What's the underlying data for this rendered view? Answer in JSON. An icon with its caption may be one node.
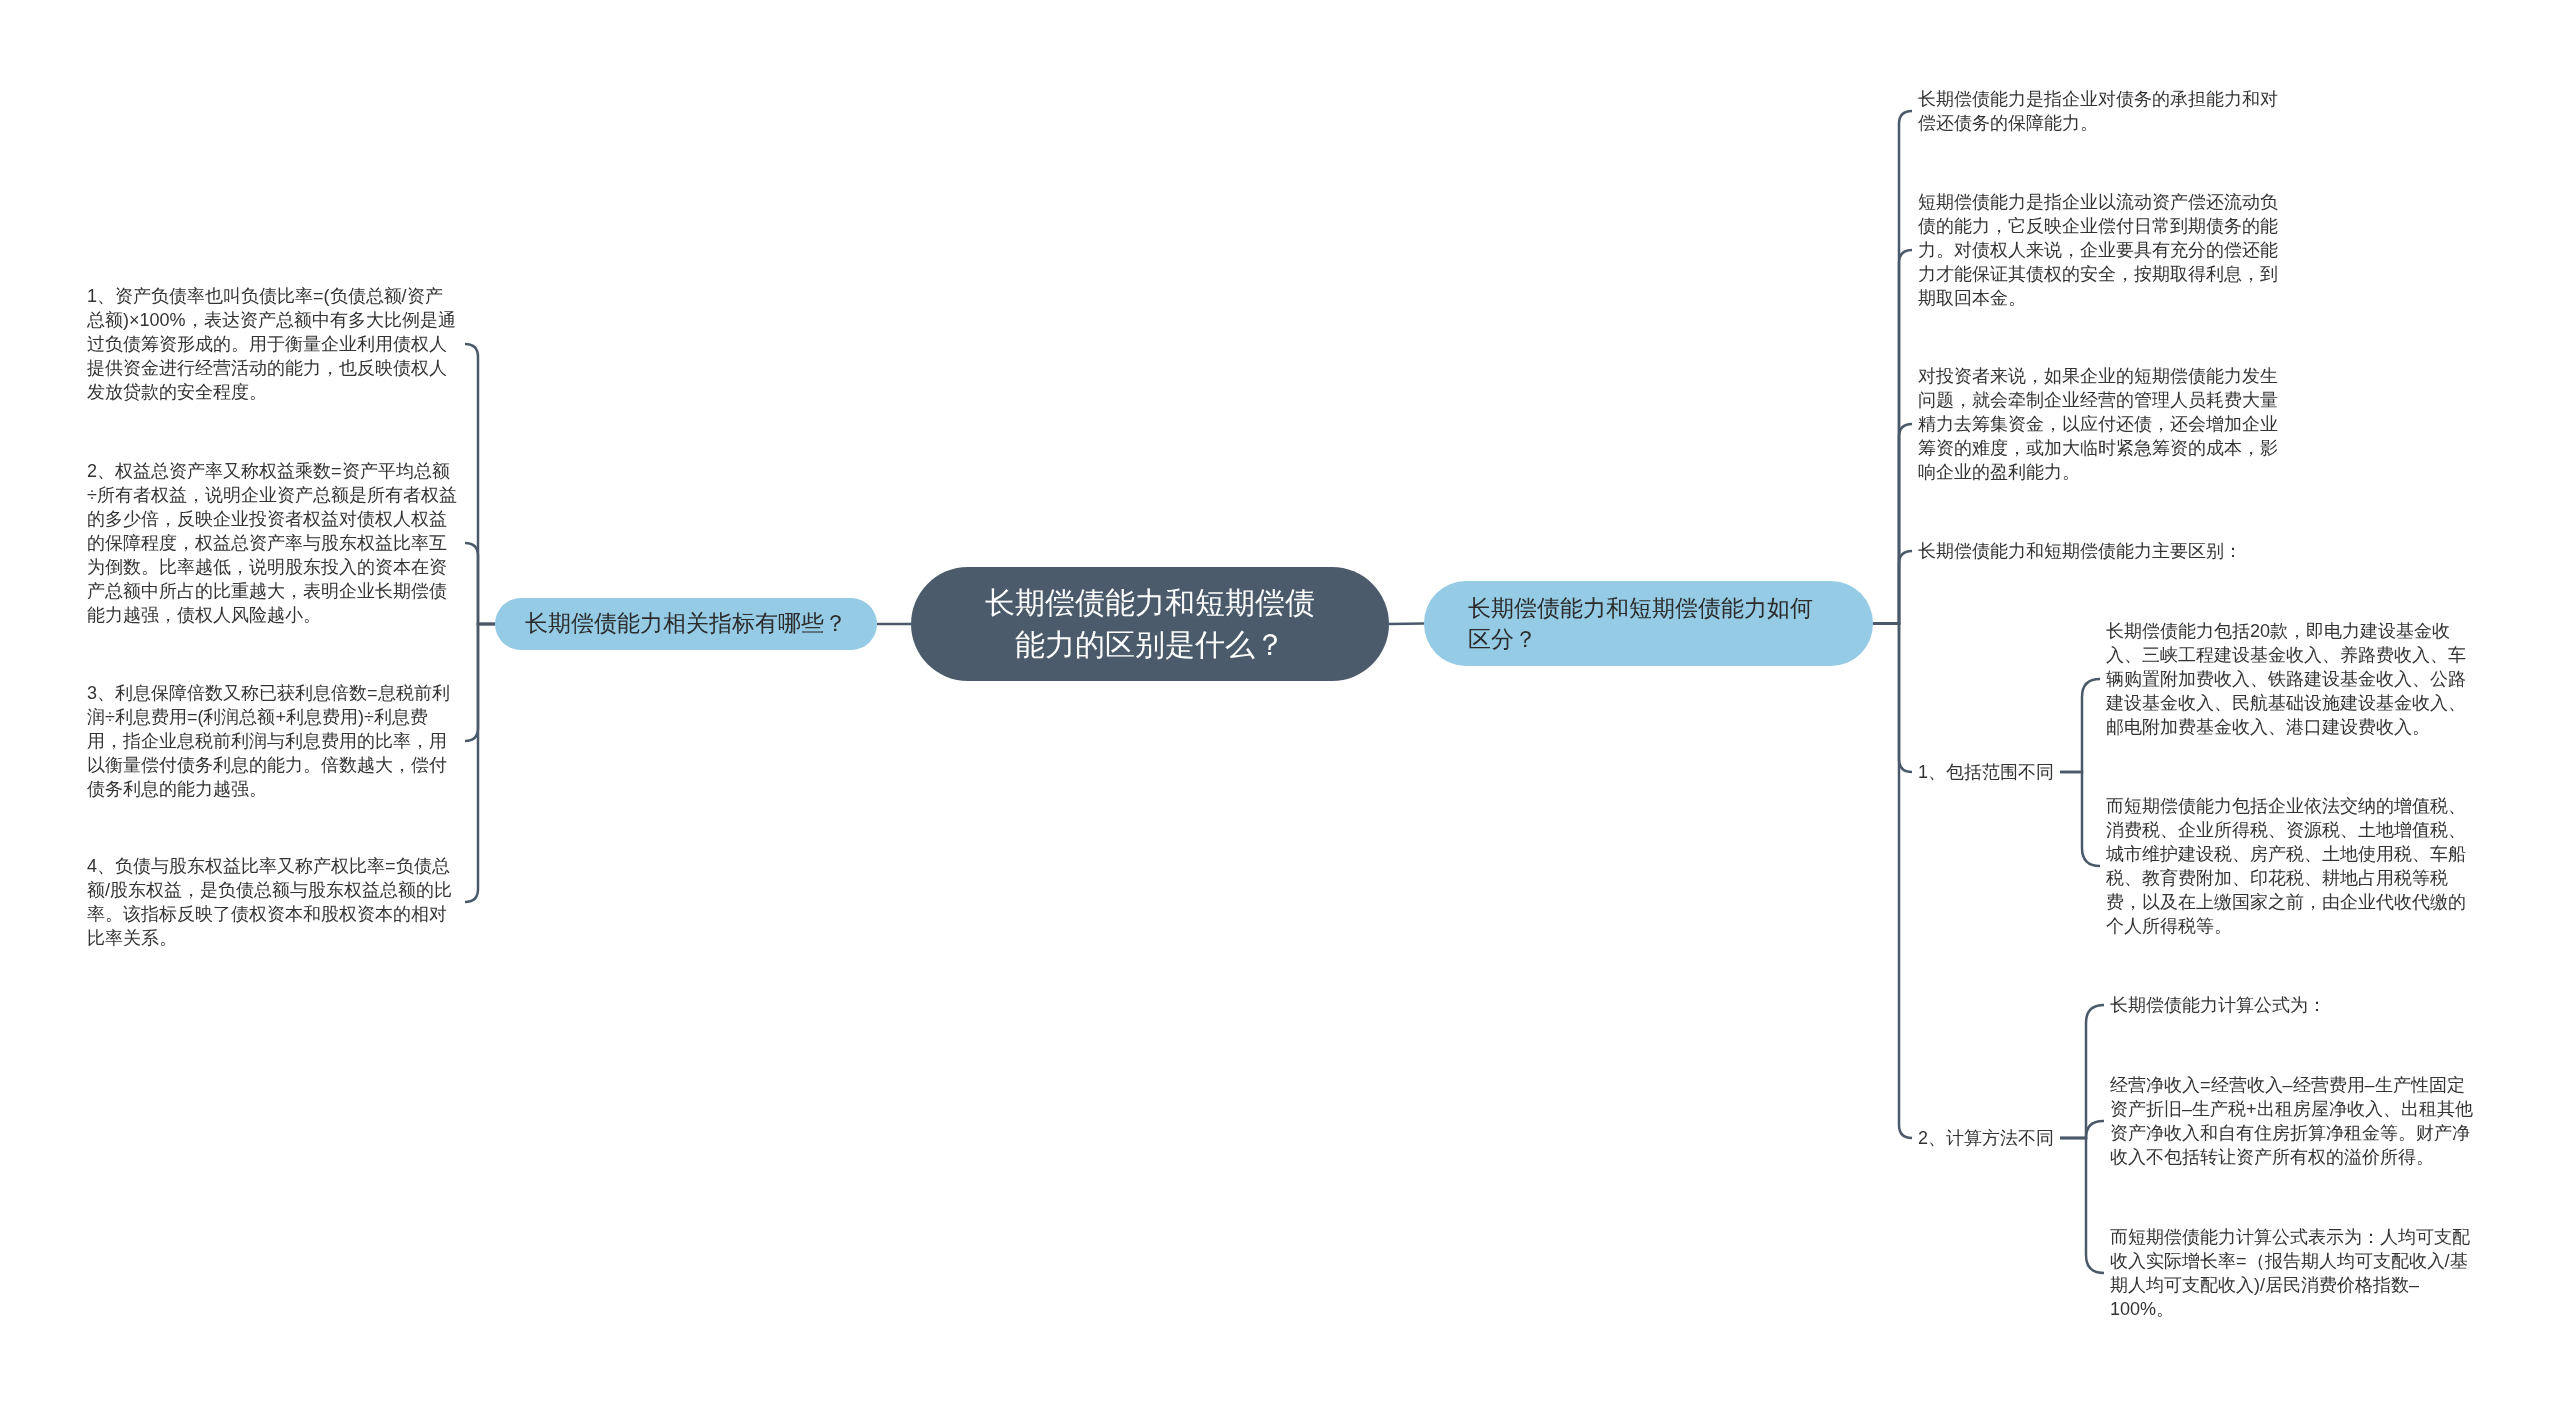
{
  "diagram": {
    "nodes": [
      {
        "text": [
          "长期偿债能力和短期偿债能力的区别是什么？"
        ]
      },
      {
        "text": [
          "长期偿债能力相关指标有哪些？"
        ]
      },
      {
        "text": [
          "1、资产负债率也叫负债比率=(负债总额/资产总额)×100%，表达资产总额中有多大比例是通过负债筹资形成的。用于衡量企业利用债权人提供资金进行经营活动的能力，也反映债权人发放贷款的安全程度。"
        ]
      },
      {
        "text": [
          "2、权益总资产率又称权益乘数=资产平均总额÷所有者权益，说明企业资产总额是所有者权益的多少倍，反映企业投资者权益对债权人权益的保障程度，权益总资产率与股东权益比率互为倒数。比率越低，说明股东投入的资本在资产总额中所占的比重越大，表明企业长期偿债能力越强，债权人风险越小。"
        ]
      },
      {
        "text": [
          "3、利息保障倍数又称已获利息倍数=息税前利润÷利息费用=(利润总额+利息费用)÷利息费用，指企业息税前利润与利息费用的比率，用以衡量偿付债务利息的能力。倍数越大，偿付债务利息的能力越强。"
        ]
      },
      {
        "text": [
          "4、负债与股东权益比率又称产权比率=负债总额/股东权益，是负债总额与股东权益总额的比率。该指标反映了债权资本和股权资本的相对比率关系。"
        ]
      },
      {
        "text": [
          "长期偿债能力和短期偿债能力如何区分？"
        ]
      },
      {
        "text": [
          "长期偿债能力是指企业对债务的承担能力和对偿还债务的保障能力。"
        ]
      },
      {
        "text": [
          "短期偿债能力是指企业以流动资产偿还流动负债的能力，它反映企业偿付日常到期债务的能力。对债权人来说，企业要具有充分的偿还能力才能保证其债权的安全，按期取得利息，到期取回本金。"
        ]
      },
      {
        "text": [
          "对投资者来说，如果企业的短期偿债能力发生问题，就会牵制企业经营的管理人员耗费大量精力去筹集资金，以应付还债，还会增加企业筹资的难度，或加大临时紧急筹资的成本，影响企业的盈利能力。"
        ]
      },
      {
        "text": [
          "长期偿债能力和短期偿债能力主要区别："
        ]
      },
      {
        "text": [
          "1、包括范围不同"
        ]
      },
      {
        "text": [
          "2、计算方法不同"
        ]
      },
      {
        "text": [
          "长期偿债能力包括20款，即电力建设基金收入、三峡工程建设基金收入、养路费收入、车辆购置附加费收入、铁路建设基金收入、公路建设基金收入、民航基础设施建设基金收入、邮电附加费基金收入、港口建设费收入。"
        ]
      },
      {
        "text": [
          "而短期偿债能力包括企业依法交纳的增值税、消费税、企业所得税、资源税、土地增值税、城市维护建设税、房产税、土地使用税、车船税、教育费附加、印花税、耕地占用税等税费，以及在上缴国家之前，由企业代收代缴的个人所得税等。"
        ]
      },
      {
        "text": [
          "长期偿债能力计算公式为："
        ]
      },
      {
        "text": [
          "经营净收入=经营收入–经营费用–生产性固定资产折旧–生产税+出租房屋净收入、出租其他资产净收入和自有住房折算净租金等。财产净收入不包括转让资产所有权的溢价所得。"
        ]
      },
      {
        "text": [
          "而短期偿债能力计算公式表示为：人均可支配收入实际增长率=（报告期人均可支配收入/基期人均可支配收入)/居民消费价格指数–100%。"
        ]
      }
    ],
    "edges": [
      {
        "from": 0,
        "to": 1,
        "arrow": "none"
      },
      {
        "from": 1,
        "to": 2,
        "arrow": "none"
      },
      {
        "from": 1,
        "to": 3,
        "arrow": "none"
      },
      {
        "from": 1,
        "to": 4,
        "arrow": "none"
      },
      {
        "from": 1,
        "to": 5,
        "arrow": "none"
      },
      {
        "from": 0,
        "to": 6,
        "arrow": "none"
      },
      {
        "from": 6,
        "to": 7,
        "arrow": "none"
      },
      {
        "from": 6,
        "to": 8,
        "arrow": "none"
      },
      {
        "from": 6,
        "to": 9,
        "arrow": "none"
      },
      {
        "from": 6,
        "to": 10,
        "arrow": "none"
      },
      {
        "from": 6,
        "to": 11,
        "arrow": "none"
      },
      {
        "from": 6,
        "to": 12,
        "arrow": "none"
      },
      {
        "from": 11,
        "to": 13,
        "arrow": "none"
      },
      {
        "from": 11,
        "to": 14,
        "arrow": "none"
      },
      {
        "from": 12,
        "to": 15,
        "arrow": "none"
      },
      {
        "from": 12,
        "to": 16,
        "arrow": "none"
      },
      {
        "from": 12,
        "to": 17,
        "arrow": "none"
      }
    ]
  }
}
